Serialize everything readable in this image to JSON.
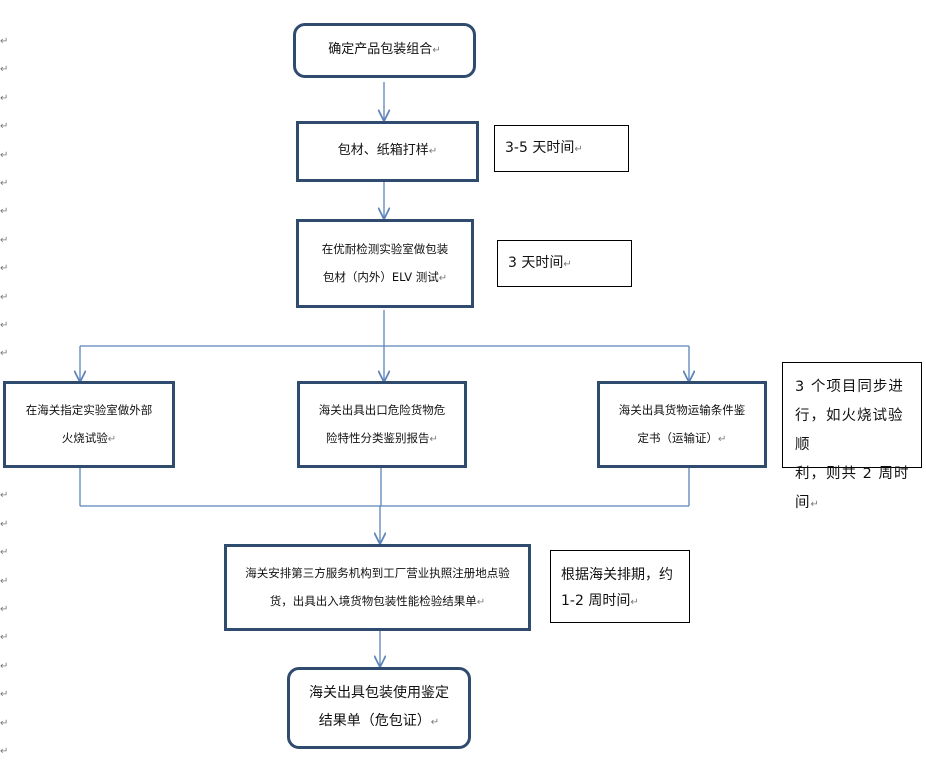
{
  "nodes": {
    "step1": "确定产品包装组合",
    "step2": "包材、纸箱打样",
    "step3_line1": "在优耐检测实验室做包装",
    "step3_line2": "包材（内外）ELV 测试",
    "branch1_line1": "在海关指定实验室做外部",
    "branch1_line2": "火烧试验",
    "branch2_line1": "海关出具出口危险货物危",
    "branch2_line2": "险特性分类鉴别报告",
    "branch3_line1": "海关出具货物运输条件鉴",
    "branch3_line2": "定书（运输证）",
    "step5_line1": "海关安排第三方服务机构到工厂营业执照注册地点验",
    "step5_line2": "货，出具出入境货物包装性能检验结果单",
    "step6_line1": "海关出具包装使用鉴定",
    "step6_line2": "结果单（危包证）"
  },
  "notes": {
    "note1": "3-5 天时间",
    "note2": "3 天时间",
    "note3_line1": "3 个项目同步进",
    "note3_line2": "行，如火烧试验顺",
    "note3_line3": "利，则共 2 周时间",
    "note4_line1": "根据海关排期，约",
    "note4_line2": "1-2 周时间"
  },
  "marks": {
    "para": "↵"
  },
  "colors": {
    "box_border": "#2f4c6e",
    "connector": "#5b84b8"
  }
}
